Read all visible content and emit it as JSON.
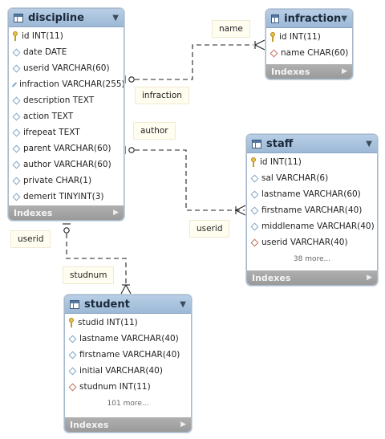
{
  "tables": {
    "discipline": {
      "name": "discipline",
      "columns": [
        {
          "label": "id INT(11)",
          "kind": "pk"
        },
        {
          "label": "date DATE",
          "kind": "col"
        },
        {
          "label": "userid VARCHAR(60)",
          "kind": "col"
        },
        {
          "label": "infraction VARCHAR(255)",
          "kind": "col"
        },
        {
          "label": "description TEXT",
          "kind": "col"
        },
        {
          "label": "action TEXT",
          "kind": "col"
        },
        {
          "label": "ifrepeat TEXT",
          "kind": "col"
        },
        {
          "label": "parent VARCHAR(60)",
          "kind": "col"
        },
        {
          "label": "author VARCHAR(60)",
          "kind": "col"
        },
        {
          "label": "private CHAR(1)",
          "kind": "col"
        },
        {
          "label": "demerit TINYINT(3)",
          "kind": "col"
        }
      ],
      "indexes_label": "Indexes"
    },
    "infraction": {
      "name": "infraction",
      "columns": [
        {
          "label": "id INT(11)",
          "kind": "pk"
        },
        {
          "label": "name CHAR(60)",
          "kind": "fk"
        }
      ],
      "indexes_label": "Indexes"
    },
    "staff": {
      "name": "staff",
      "columns": [
        {
          "label": "id INT(11)",
          "kind": "pk"
        },
        {
          "label": "sal VARCHAR(6)",
          "kind": "col"
        },
        {
          "label": "lastname VARCHAR(60)",
          "kind": "col"
        },
        {
          "label": "firstname VARCHAR(40)",
          "kind": "col"
        },
        {
          "label": "middlename VARCHAR(40)",
          "kind": "col"
        },
        {
          "label": "userid VARCHAR(40)",
          "kind": "fk"
        }
      ],
      "more": "38 more...",
      "indexes_label": "Indexes"
    },
    "student": {
      "name": "student",
      "columns": [
        {
          "label": "studid INT(11)",
          "kind": "pk"
        },
        {
          "label": "lastname VARCHAR(40)",
          "kind": "col"
        },
        {
          "label": "firstname VARCHAR(40)",
          "kind": "col"
        },
        {
          "label": "initial VARCHAR(40)",
          "kind": "col"
        },
        {
          "label": "studnum INT(11)",
          "kind": "fk"
        }
      ],
      "more": "101 more...",
      "indexes_label": "Indexes"
    }
  },
  "labels": {
    "name": "name",
    "infraction": "infraction",
    "author": "author",
    "userid_staff": "userid",
    "userid_left": "userid",
    "studnum": "studnum"
  },
  "colors": {
    "header": "#9cb9d6",
    "footer": "#a0a0a0",
    "edge": "#222222",
    "label_bg": "#fffdf0"
  }
}
